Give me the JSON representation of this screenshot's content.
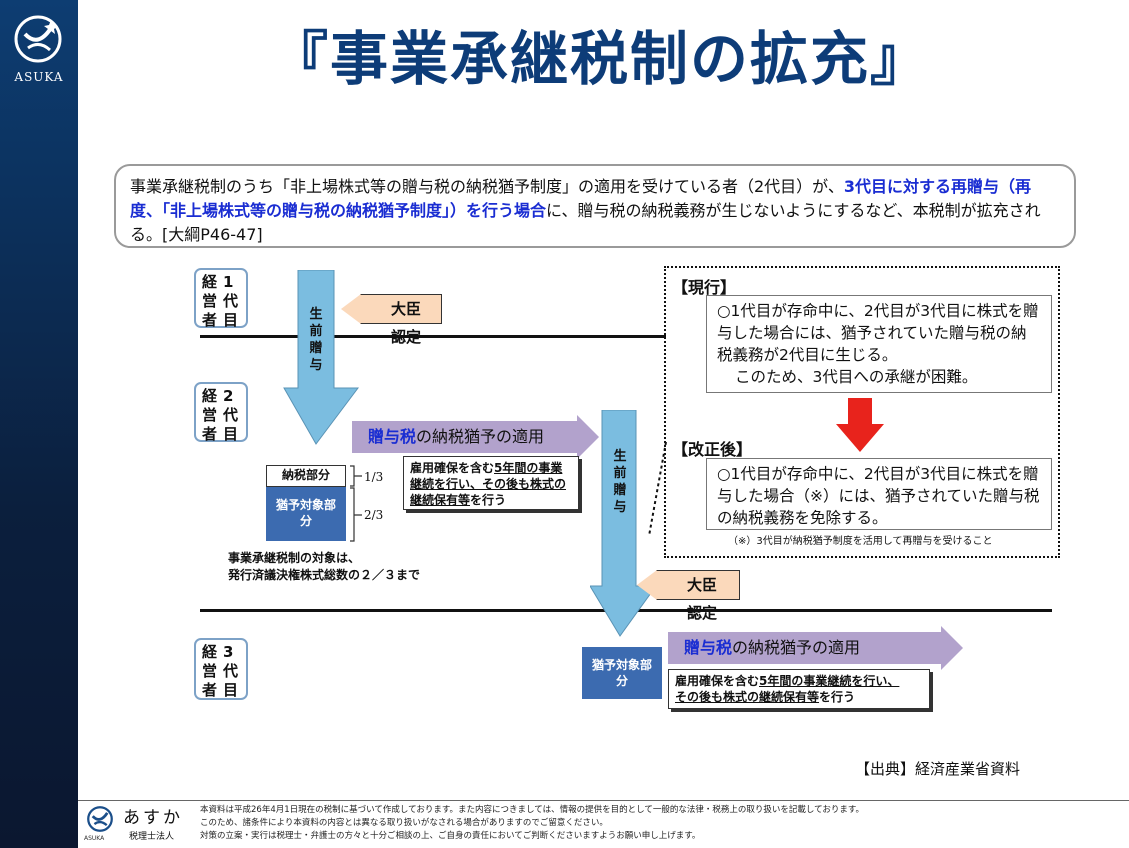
{
  "header": {
    "title": "『事業承継税制の拡充』",
    "logo_text": "ASUKA"
  },
  "summary": {
    "part1": "事業承継税制のうち「非上場株式等の贈与税の納税猶予制度」の適用を受けている者（2代目）が、",
    "part2_highlight": "3代目に対する再贈与（再度、「非上場株式等の贈与税の納税猶予制度」）を行う場合",
    "part3": "に、贈与税の納税義務が生じないようにするなど、本税制が拡充される。[大綱P46-47]"
  },
  "diagram": {
    "gen1": [
      "経",
      "営",
      "者",
      "1",
      "代",
      "目"
    ],
    "gen2": [
      "経",
      "営",
      "者",
      "2",
      "代",
      "目"
    ],
    "gen3": [
      "経",
      "営",
      "者",
      "3",
      "代",
      "目"
    ],
    "gift_label": [
      "生",
      "前",
      "贈",
      "与"
    ],
    "certify1": "大臣認定",
    "certify2": "大臣認定",
    "deferral1": {
      "prefix": "贈与税",
      "rest": "の納税猶予の適用"
    },
    "deferral2": {
      "prefix": "贈与税",
      "rest": "の納税猶予の適用"
    },
    "condition1": {
      "a": "雇用確保を含む",
      "b": "5年間の事業継続を行い、その後も株式の継続保有等",
      "c": "を行う"
    },
    "condition2": {
      "a": "雇用確保を含む",
      "b": "5年間の事業継続を行い、",
      "c": "その後も株式の継続保有等",
      "d": "を行う"
    },
    "tax_part": "納税部分",
    "deferral_part": "猶予対象部分",
    "deferral_part3": "猶予対象部分",
    "frac1": "1/3",
    "frac2": "2/3",
    "target_note1": "事業承継税制の対象は、",
    "target_note2": "発行済議決権株式総数の２／３まで"
  },
  "current": {
    "label": "【現行】",
    "text": "○1代目が存命中に、2代目が3代目に株式を贈与した場合には、猶予されていた贈与税の納税義務が2代目に生じる。",
    "text2": "このため、3代目への承継が困難。"
  },
  "revised": {
    "label": "【改正後】",
    "text": "○1代目が存命中に、2代目が3代目に株式を贈与した場合（※）には、猶予されていた贈与税の納税義務を免除する。",
    "note": "（※）3代目が納税猶予制度を活用して再贈与を受けること"
  },
  "source": "【出典】経済産業省資料",
  "footer": {
    "brand": "あすか",
    "brand_sub": "税理士法人",
    "asuka": "ASUKA",
    "line1": "本資料は平成26年4月1日現在の税制に基づいて作成しております。また内容につきましては、情報の提供を目的として一般的な法律・税務上の取り扱いを記載しております。",
    "line2": "このため、諸条件により本資料の内容とは異なる取り扱いがなされる場合がありますのでご留意ください。",
    "line3": "対策の立案・実行は税理士・弁護士の方々と十分ご相談の上、ご自身の責任においてご判断くださいますようお願い申し上げます。"
  },
  "colors": {
    "title": "#0d3c78",
    "highlight": "#1a2dd2",
    "arrow_blue": "#7bbde0",
    "purple": "#b2a2cc",
    "certify": "#fbd9bb",
    "red_arrow": "#e8231c"
  }
}
